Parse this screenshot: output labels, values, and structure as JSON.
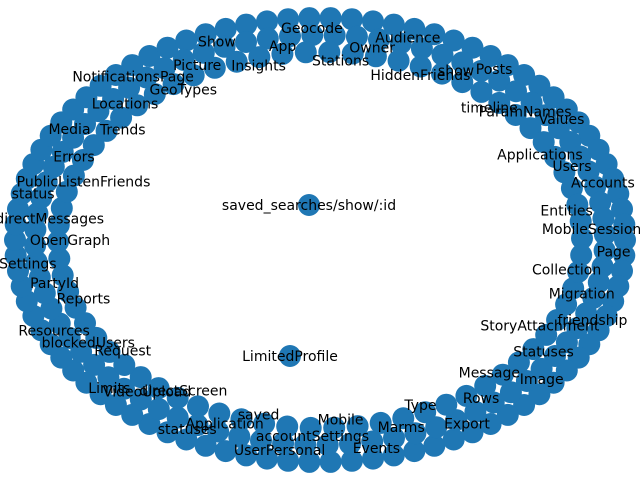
{
  "graph": {
    "node_color": "#1f77b4",
    "label_color": "#000000",
    "background": "#ffffff",
    "center_nodes": [
      "saved_searches/show/:id",
      "LimitedProfile"
    ],
    "ring_nodes": [
      "OpenGraph",
      "directMessages",
      "status",
      "PublicListenFriends",
      "Errors",
      "Media",
      "Trends",
      "Locations",
      "NotificationsPage",
      "GeoTypes",
      "Picture",
      "Show",
      "Insights",
      "App",
      "Geocode",
      "Stations",
      "Owner",
      "Audience",
      "HiddenFriends",
      "show",
      "Posts",
      "timeline",
      "ParamNames",
      "Values",
      "Applications",
      "Users",
      "Accounts",
      "Entities",
      "MobileSession",
      "Page",
      "Collection",
      "Migration",
      "friendship",
      "StoryAttachment",
      "Statuses",
      "Image",
      "Message",
      "Rows",
      "Export",
      "Type",
      "Marms",
      "Events",
      "Mobile",
      "accountSettings",
      "UserPersonal",
      "saved",
      "Application",
      "statuses",
      "directScreen",
      "VideoUpload",
      "Limits",
      "Request",
      "blockedUsers",
      "Resources",
      "Reports",
      "PartyId",
      "Settings"
    ]
  }
}
